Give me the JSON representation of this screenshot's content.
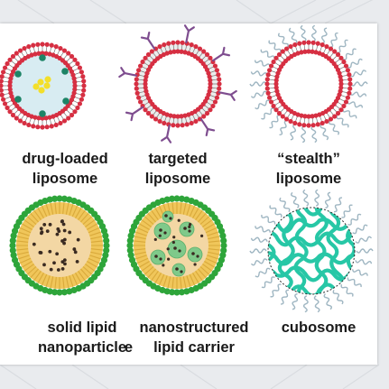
{
  "labels": {
    "drug_loaded": [
      "drug-loaded",
      "liposome"
    ],
    "targeted": [
      "targeted",
      "liposome"
    ],
    "stealth": [
      "“stealth”",
      "liposome"
    ],
    "sln": [
      "solid lipid",
      "nanoparticle"
    ],
    "nlc": [
      "nanostructured",
      "lipid carrier"
    ],
    "cubosome": [
      "cubosome"
    ],
    "cut_off_left": "e"
  },
  "colors": {
    "head_red": "#d62f42",
    "head_green": "#2ea53a",
    "tail": "#f0c65a",
    "core": "#f3d7a4",
    "dot_dark": "#3a2b22",
    "drug_yellow": "#f3df2a",
    "drug_teal": "#1d8466",
    "ligand_purple": "#7e4d8f",
    "peg_blue": "#9fb6c2",
    "cubic_teal": "#27c7a6",
    "nlc_inner": "#7fc98a",
    "background": "#e9ebee"
  }
}
